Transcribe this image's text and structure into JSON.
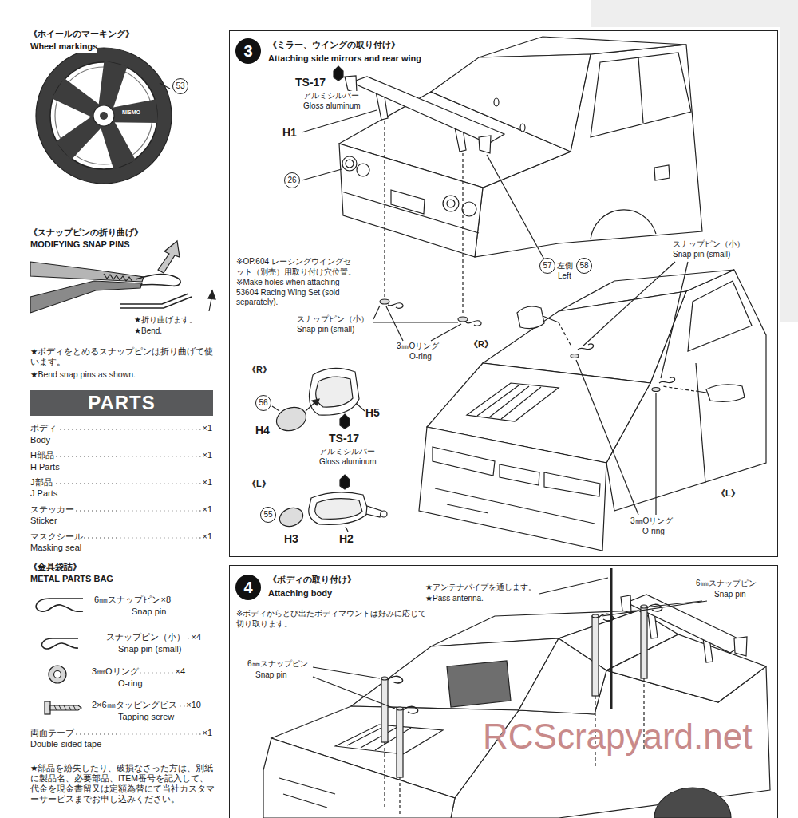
{
  "diagram": {
    "nodes": [
      {
        "text": [
          "53"
        ]
      },
      {
        "text": [
          "PARTS"
        ]
      },
      {
        "text": [
          "《ミラー、ウイングの取り付け》",
          "Attaching side mirrors and rear wing"
        ]
      },
      {
        "text": [
          "3"
        ],
        "in": 2
      },
      {
        "text": [
          "26"
        ],
        "in": 2
      },
      {
        "text": [
          "57"
        ],
        "in": 2
      },
      {
        "text": [
          "58"
        ],
        "in": 2
      },
      {
        "text": [
          "56"
        ],
        "in": 2
      },
      {
        "text": [
          "55"
        ],
        "in": 2
      },
      {
        "text": [
          "《ボディの取り付け》",
          "Attaching body"
        ]
      },
      {
        "text": [
          "4"
        ],
        "in": 9
      }
    ],
    "labels": [
      "《ホイールのマーキング》",
      "Wheel markings",
      "NISMO",
      "《スナップピンの折り曲げ》",
      "MODIFYING SNAP PINS",
      "★折り曲げます。",
      "★Bend.",
      "★ボディをとめるスナップピンは折り曲げて使います。",
      "★Bend snap pins as shown.",
      "ボディ",
      "×1",
      "Body",
      "H部品",
      "×1",
      "H Parts",
      "J部品",
      "×1",
      "J Parts",
      "ステッカー",
      "×1",
      "Sticker",
      "マスクシール",
      "×1",
      "Masking seal",
      "《金具袋詰》",
      "METAL PARTS BAG",
      "6㎜スナップピン",
      "×8",
      "Snap pin",
      "スナップピン（小）",
      "×4",
      "Snap pin (small)",
      "3㎜Oリング",
      "×4",
      "O-ring",
      "2×6㎜タッピングビス",
      "×10",
      "Tapping screw",
      "両面テープ",
      "×1",
      "Double-sided tape",
      "★部品を紛失したり、破損なさった方は、別紙に製品名、必要部品、ITEM番号を記入して、代金を現金書留又は定額為替にて当社カスタマーサービスまでお申し込みください。",
      "TS-17",
      "アルミシルバー",
      "Gloss aluminum",
      "H1",
      "※OP.604 レーシングウイングセット（別売）用取り付け穴位置。",
      "※Make holes when attaching 53604 Racing Wing Set (sold separately).",
      "スナップピン（小）",
      "Snap pin (small)",
      "3㎜Oリング",
      "O-ring",
      "左側",
      "Left",
      "スナップピン（小）",
      "Snap pin (small)",
      "《R》",
      "《R》",
      "H5",
      "H4",
      "TS-17",
      "アルミシルバー",
      "Gloss aluminum",
      "《L》",
      "H3",
      "H2",
      "《L》",
      "3㎜Oリング",
      "O-ring",
      "※ボディからとび出たボディマウントは好みに応じて切り取ります。",
      "★アンテナパイプを通します。",
      "★Pass antenna.",
      "6㎜スナップピン",
      "Snap pin",
      "6㎜スナップピン",
      "Snap pin",
      "RCScrapyard.net"
    ]
  }
}
